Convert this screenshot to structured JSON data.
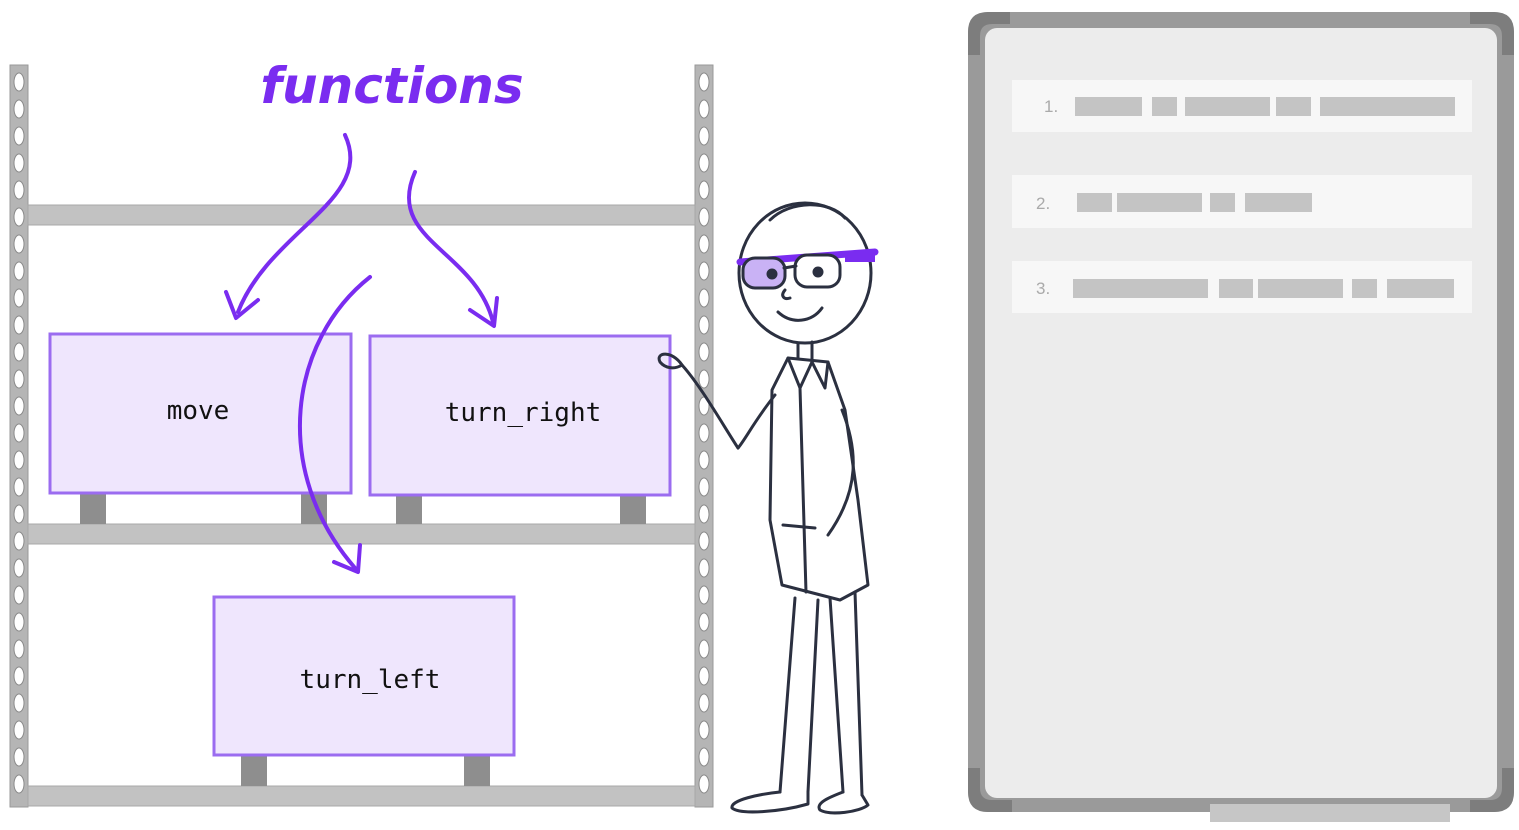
{
  "title": "functions",
  "colors": {
    "accent": "#7a2cf0",
    "box_fill": "#efe6fd",
    "box_stroke": "#9b6cf0",
    "rack": "#b8b8b8",
    "rack_dark": "#8f8f8f",
    "ink": "#2b3040",
    "board_bg": "#ececec",
    "board_frame": "#9a9a9a"
  },
  "functions": [
    {
      "id": "move",
      "label": "move"
    },
    {
      "id": "turn_right",
      "label": "turn_right"
    },
    {
      "id": "turn_left",
      "label": "turn_left"
    }
  ],
  "whiteboard": {
    "items": [
      {
        "number": "1."
      },
      {
        "number": "2."
      },
      {
        "number": "3."
      }
    ]
  },
  "icons": {
    "character": "scientist-with-glasses-icon",
    "shelf": "storage-rack-icon",
    "board": "whiteboard-icon"
  }
}
